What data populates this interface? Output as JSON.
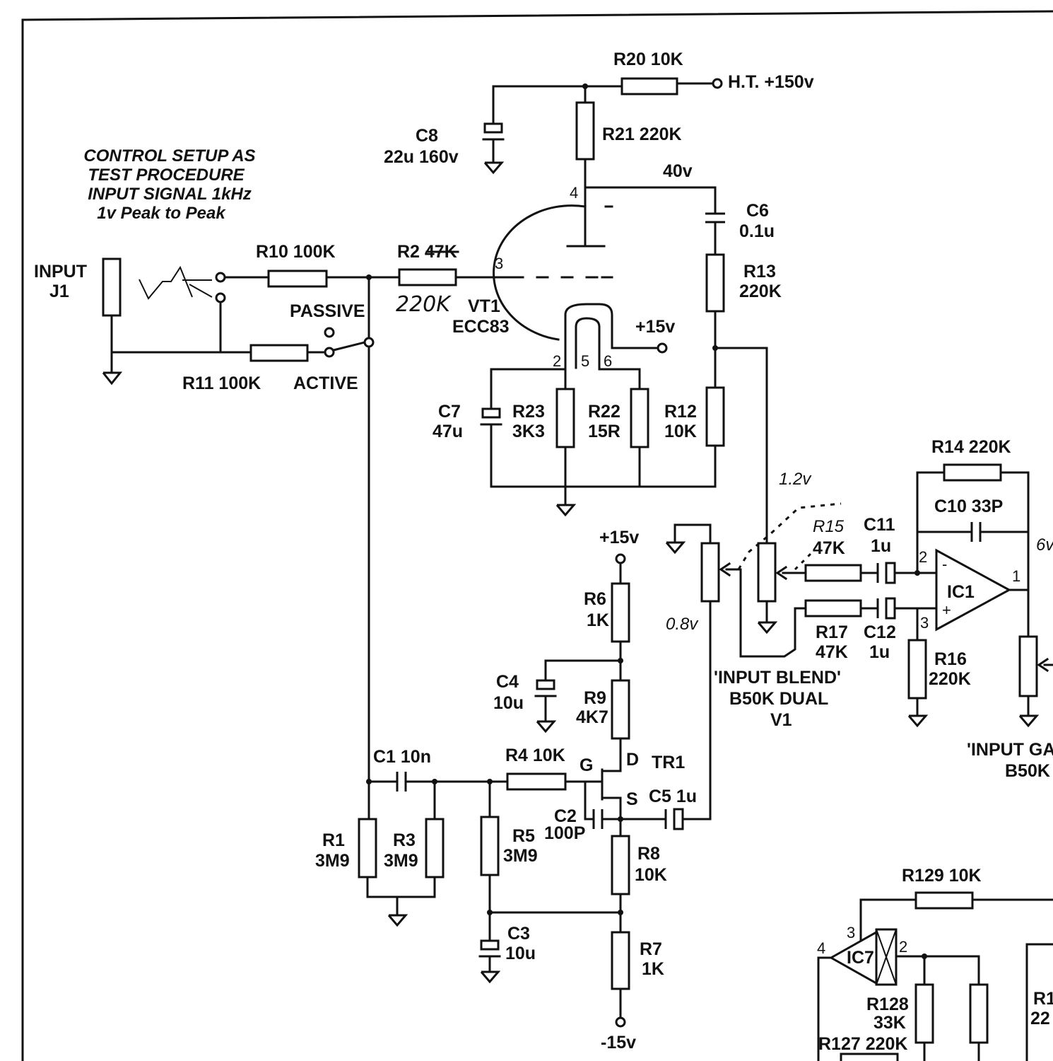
{
  "note": {
    "line1": "CONTROL SETUP AS",
    "line2": "TEST PROCEDURE",
    "line3": "INPUT SIGNAL 1kHz",
    "line4": "1v Peak to Peak"
  },
  "input": {
    "label": "INPUT",
    "ref": "J1"
  },
  "rails": {
    "ht": "H.T. +150v",
    "pos15_tube": "+15v",
    "pos15_fet": "+15v",
    "neg15": "-15v"
  },
  "voltages": {
    "anode": "40v",
    "blend": "1.2v",
    "fet_out": "0.8v",
    "ic_out": "6v"
  },
  "switch": {
    "passive": "PASSIVE",
    "active": "ACTIVE"
  },
  "tube": {
    "ref": "VT1",
    "type": "ECC83",
    "pin4": "4",
    "pin3": "3",
    "pin2": "2",
    "pin5": "5",
    "pin6": "6"
  },
  "fet": {
    "ref": "TR1",
    "g": "G",
    "d": "D",
    "s": "S"
  },
  "ic1": {
    "ref": "IC1",
    "pin1": "1",
    "pin2": "2",
    "pin3": "3",
    "minus": "-",
    "plus": "+"
  },
  "ic7": {
    "ref": "IC7",
    "pin2": "2",
    "pin3": "3",
    "pin4": "4"
  },
  "pots": {
    "blend_line1": "'INPUT BLEND'",
    "blend_line2": "B50K DUAL",
    "blend_ref": "V1",
    "gain_line1": "'INPUT GA",
    "gain_line2": "B50K"
  },
  "components": {
    "r20": "R20 10K",
    "r21": "R21 220K",
    "c8_ref": "C8",
    "c8_val": "22u 160v",
    "c6_ref": "C6",
    "c6_val": "0.1u",
    "r13_ref": "R13",
    "r13_val": "220K",
    "r10": "R10 100K",
    "r2": "R2 47K",
    "r2_hand": "220K",
    "r11": "R11 100K",
    "c7_ref": "C7",
    "c7_val": "47u",
    "r23_ref": "R23",
    "r23_val": "3K3",
    "r22_ref": "R22",
    "r22_val": "15R",
    "r12_ref": "R12",
    "r12_val": "10K",
    "r14": "R14 220K",
    "c10": "C10 33P",
    "r15_ref": "R15",
    "r15_val": "47K",
    "c11_ref": "C11",
    "c11_val": "1u",
    "r17_ref": "R17",
    "r17_val": "47K",
    "c12_ref": "C12",
    "c12_val": "1u",
    "r16_ref": "R16",
    "r16_val": "220K",
    "r6_ref": "R6",
    "r6_val": "1K",
    "c4_ref": "C4",
    "c4_val": "10u",
    "r9_ref": "R9",
    "r9_val": "4K7",
    "c1": "C1 10n",
    "r4": "R4 10K",
    "c5": "C5 1u",
    "c2_ref": "C2",
    "c2_val": "100P",
    "r1_ref": "R1",
    "r1_val": "3M9",
    "r3_ref": "R3",
    "r3_val": "3M9",
    "r5_ref": "R5",
    "r5_val": "3M9",
    "r8_ref": "R8",
    "r8_val": "10K",
    "c3_ref": "C3",
    "c3_val": "10u",
    "r7_ref": "R7",
    "r7_val": "1K",
    "r129": "R129 10K",
    "r128_ref": "R128",
    "r128_val": "33K",
    "r127": "R127 220K",
    "r1x_ref": "R1",
    "r1x_val": "22"
  }
}
